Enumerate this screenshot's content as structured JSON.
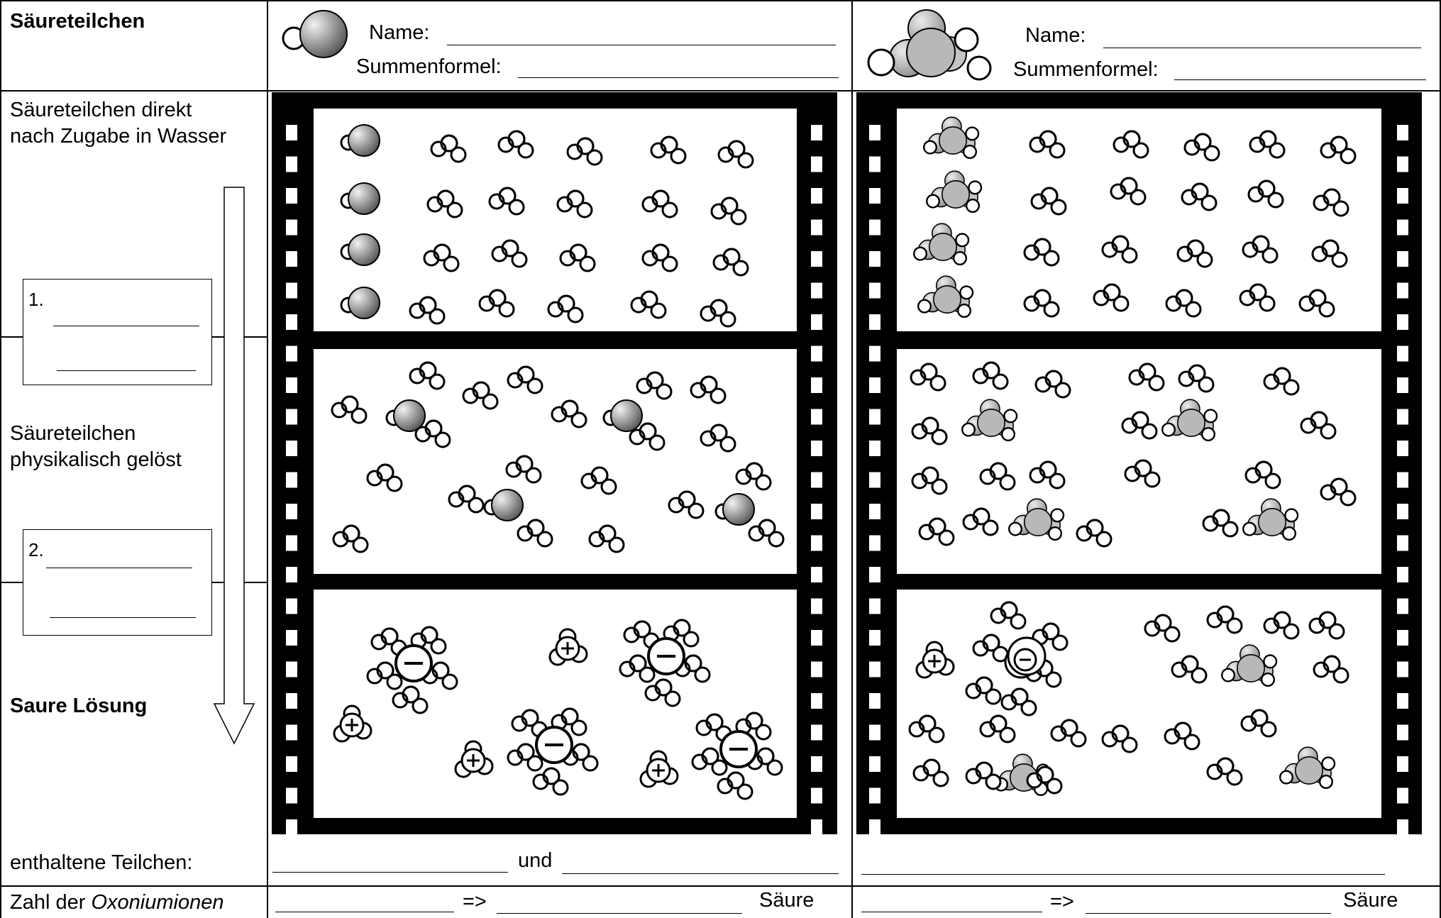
{
  "left_col": {
    "title": "Säureteilchen",
    "row1_text_line1": "Säureteilchen direkt",
    "row1_text_line2": "nach Zugabe in Wasser",
    "box1_number": "1.",
    "row2_text_line1": "Säureteilchen",
    "row2_text_line2": "physikalisch gelöst",
    "box2_number": "2.",
    "row3_text": "Saure Lösung",
    "contained_label": "enthaltene Teilchen:",
    "count_label_prefix": "Zahl der ",
    "count_label_italic": "Oxoniumionen"
  },
  "acid1": {
    "name_label": "Name:",
    "formula_label": "Summenformel:",
    "contained_connector": "und",
    "arrow": "=>",
    "acid_word": "Säure"
  },
  "acid2": {
    "name_label": "Name:",
    "formula_label": "Summenformel:",
    "arrow": "=>",
    "acid_word": "Säure"
  },
  "colors": {
    "ink": "#000000",
    "paper": "#ffffff",
    "acid_gray_light": "#f2f2f2",
    "acid_gray_dark": "#444444",
    "oxygen_gray": "#bdbdbd"
  },
  "icons": {
    "water": "water-molecule-icon",
    "hcl": "hcl-molecule-icon",
    "acid2": "oxo-acid-molecule-icon",
    "oxonium": "oxonium-ion-icon",
    "anion": "anion-icon"
  }
}
